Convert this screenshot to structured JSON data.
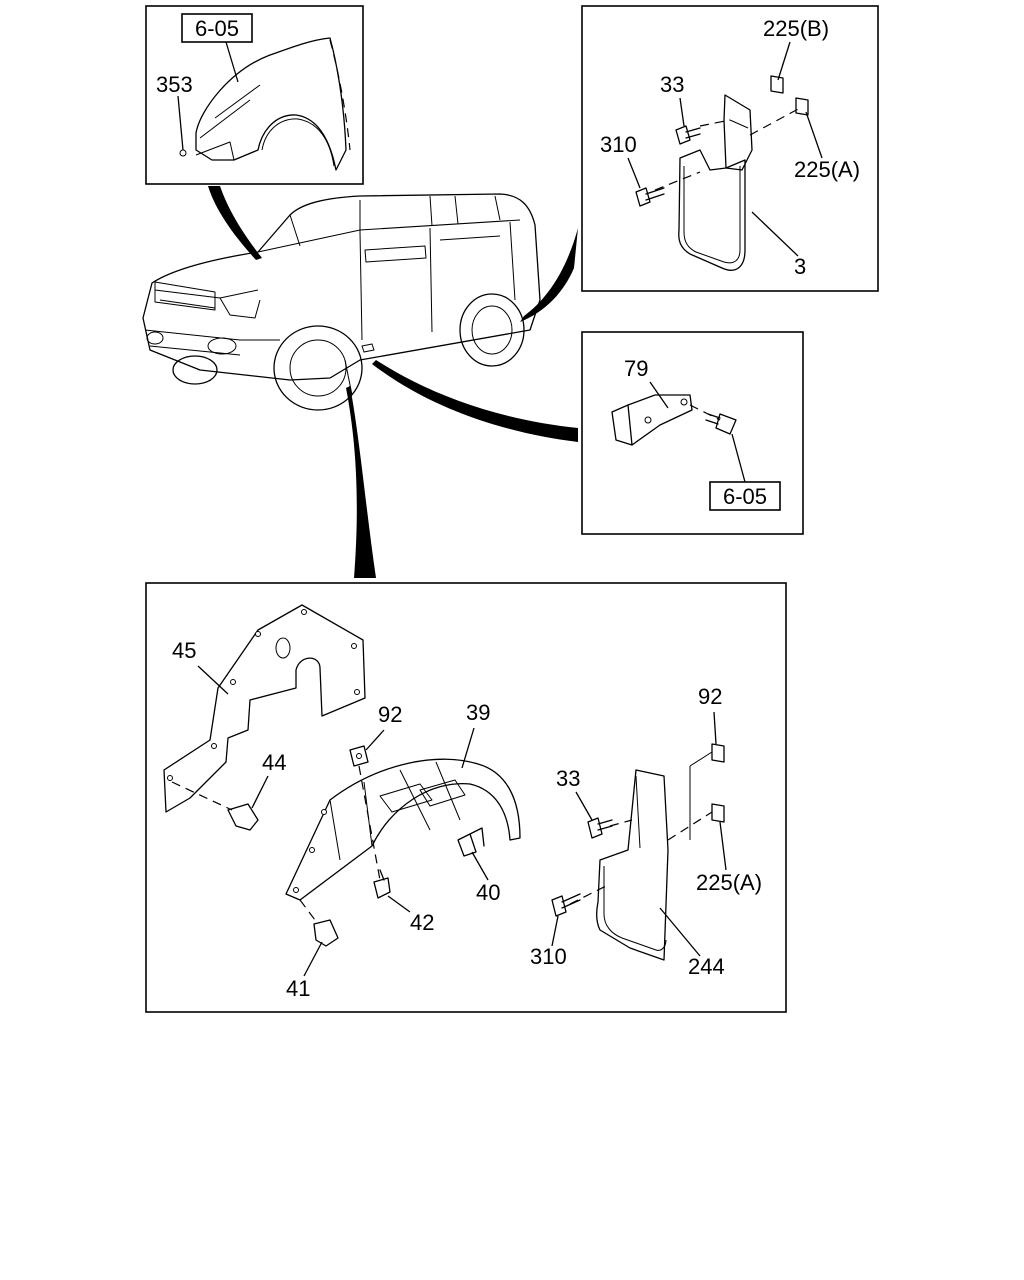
{
  "callouts": {
    "fender_ref": "6-05",
    "fender_353": "353",
    "mud_225b": "225(B)",
    "mud_33": "33",
    "mud_310": "310",
    "mud_225a": "225(A)",
    "mud_3": "3",
    "bracket_79": "79",
    "bracket_ref": "6-05",
    "liner_45": "45",
    "liner_44": "44",
    "liner_92a": "92",
    "liner_39": "39",
    "liner_40": "40",
    "liner_42": "42",
    "liner_41": "41",
    "flap_92": "92",
    "flap_33": "33",
    "flap_225a": "225(A)",
    "flap_310": "310",
    "flap_244": "244"
  },
  "colors": {
    "ink": "#000000",
    "paper": "#ffffff"
  }
}
